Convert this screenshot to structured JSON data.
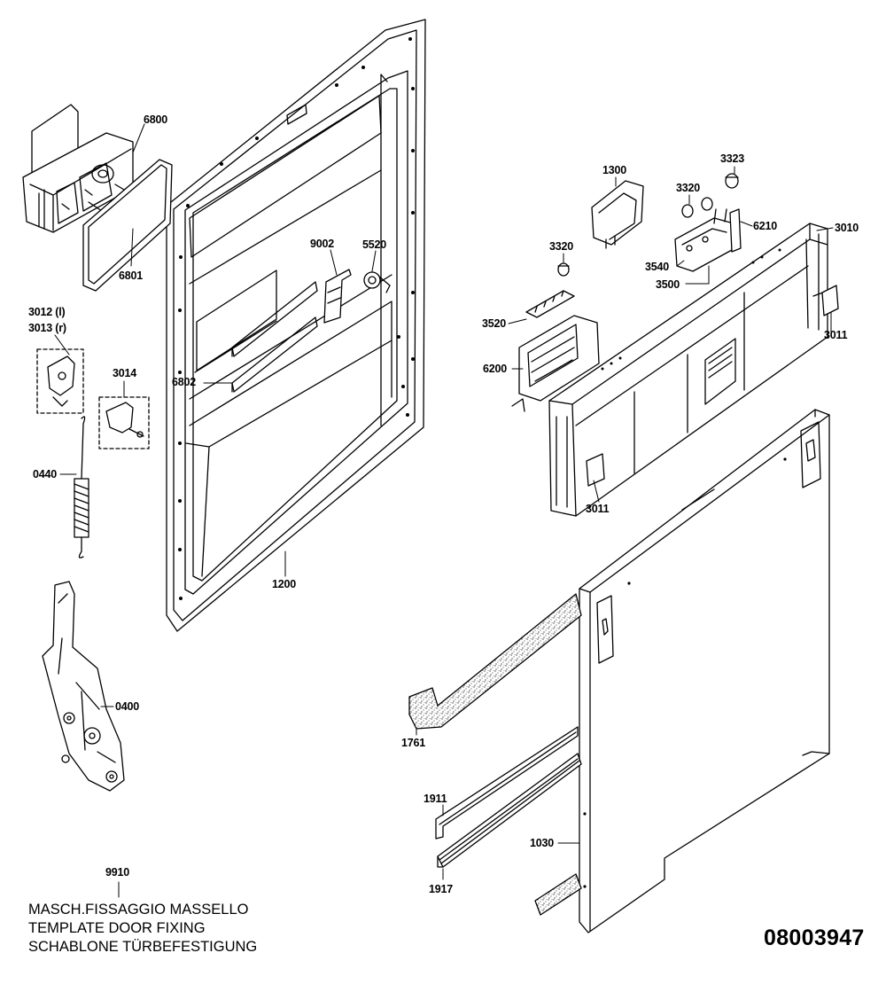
{
  "diagram": {
    "parts": {
      "p6800": "6800",
      "p6801": "6801",
      "p3012": "3012 (l)",
      "p3013": "3013 (r)",
      "p3014": "3014",
      "p0440": "0440",
      "p0400": "0400",
      "p9910": "9910",
      "p1200": "1200",
      "p9002": "9002",
      "p5520": "5520",
      "p6802": "6802",
      "p1300": "1300",
      "p3323": "3323",
      "p3320a": "3320",
      "p3320b": "3320",
      "p6210": "6210",
      "p3010": "3010",
      "p3540": "3540",
      "p3500": "3500",
      "p3520": "3520",
      "p6200": "6200",
      "p3011a": "3011",
      "p3011b": "3011",
      "p1761": "1761",
      "p1911": "1911",
      "p1917": "1917",
      "p1030": "1030"
    },
    "template_note": [
      "MASCH.FISSAGGIO MASSELLO",
      "TEMPLATE DOOR FIXING",
      "SCHABLONE TÜRBEFESTIGUNG"
    ],
    "drawing_number": "08003947"
  }
}
